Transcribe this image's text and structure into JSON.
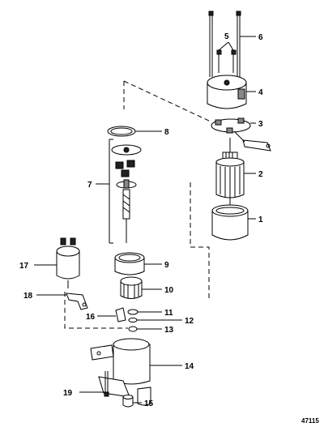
{
  "callouts": [
    "1",
    "2",
    "3",
    "4",
    "5",
    "6",
    "7",
    "8",
    "9",
    "10",
    "11",
    "12",
    "13",
    "14",
    "15",
    "16",
    "17",
    "18",
    "19"
  ],
  "figure_ref": "47115"
}
